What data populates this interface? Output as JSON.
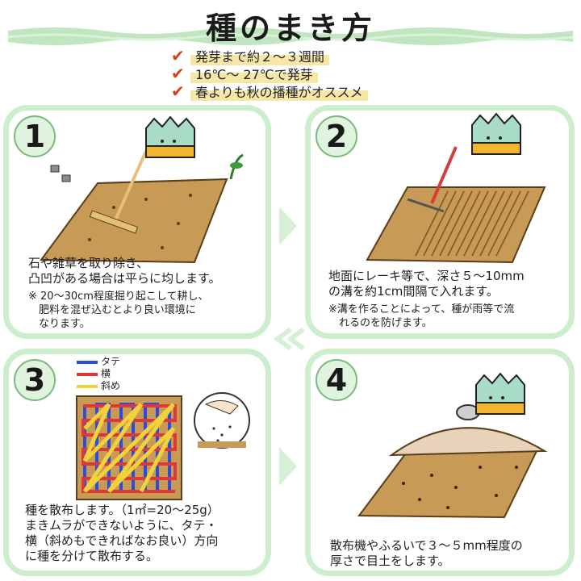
{
  "title": "種のまき方",
  "bullets": [
    "発芽まで約２～３週間",
    "16℃～ 27℃で発芽",
    "春よりも秋の播種がオススメ"
  ],
  "steps": [
    {
      "number": "1",
      "text": "石や雑草を取り除き、\n凸凹がある場合は平らに均します。",
      "note": "※ 20～30cm程度掘り起こして耕し、\n　肥料を混ぜ込むとより良い環境に\n　なります。"
    },
    {
      "number": "2",
      "text": "地面にレーキ等で、深さ５～10mm\nの溝を約1cm間隔で入れます。",
      "note": "※溝を作ることによって、種が雨等で流\n　れるのを防げます。"
    },
    {
      "number": "3",
      "text": "種を散布します。（1㎡=20～25g）\nまきムラができないように、タテ・\n横（斜めもできればなお良い）方向\nに種を分けて散布する。",
      "legend": [
        {
          "label": "タテ",
          "color": "#2a4fd6"
        },
        {
          "label": "横",
          "color": "#e23535"
        },
        {
          "label": "斜め",
          "color": "#f2d23a"
        }
      ]
    },
    {
      "number": "4",
      "text": "散布機やふるいで３～５mm程度の\n厚さで目土をします。"
    }
  ],
  "colors": {
    "panel_border": "#cdeecd",
    "title_band": "#bfe6bf",
    "soil": "#c79a55",
    "check": "#d0401c",
    "mascot": "#a9dcc6"
  }
}
